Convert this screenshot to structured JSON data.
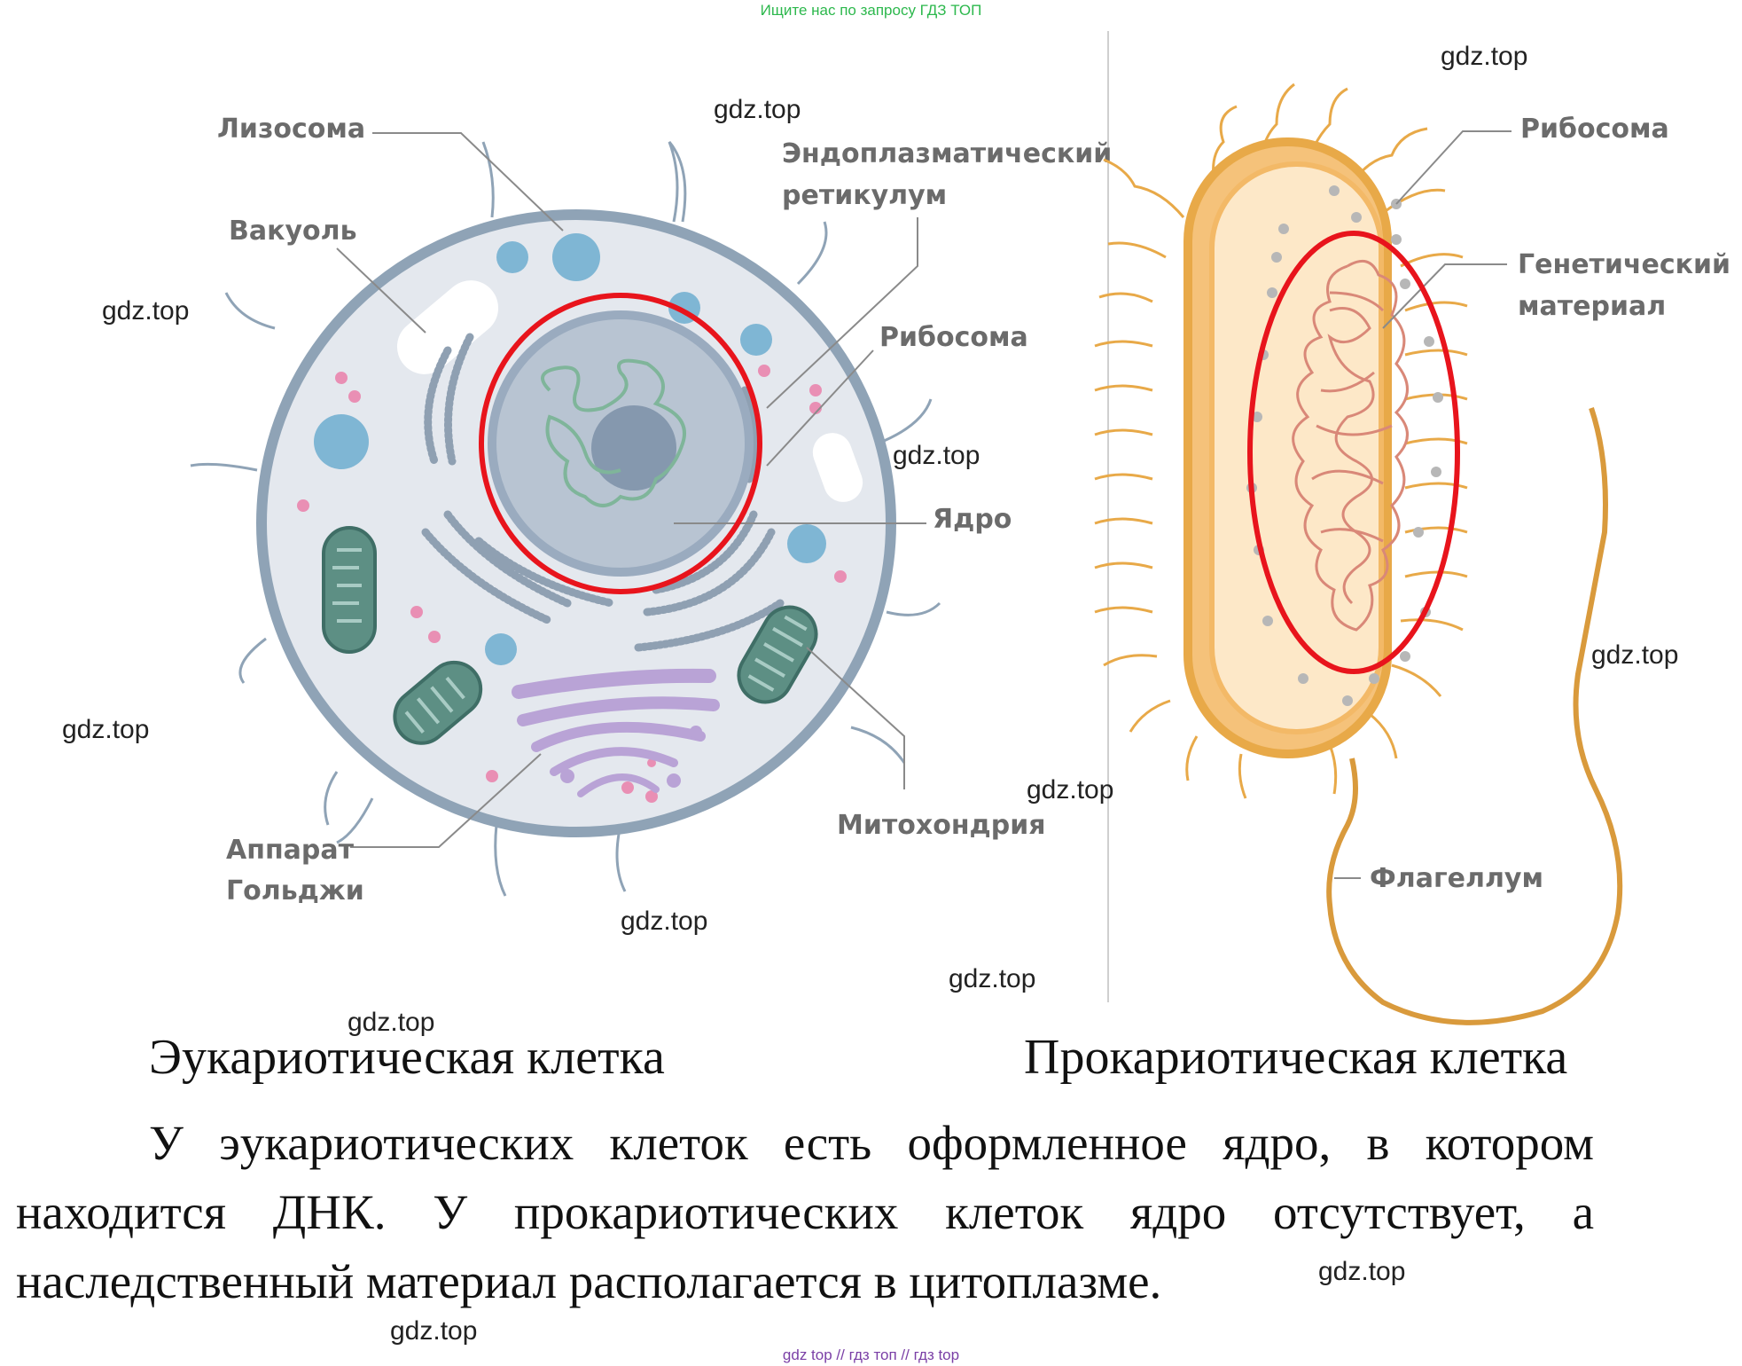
{
  "banner_top": "Ищите нас по запросу ГДЗ ТОП",
  "banner_bottom": "gdz top  //  гдз топ  //  гдз top",
  "watermark": "gdz.top",
  "eukaryote": {
    "caption": "Эукариотическая клетка",
    "labels": {
      "lysosome": "Лизосома",
      "vacuole": "Вакуоль",
      "er_line1": "Эндоплазматический",
      "er_line2": "ретикулум",
      "ribosome": "Рибосома",
      "nucleus": "Ядро",
      "mitochondria": "Митохондрия",
      "golgi_line1": "Аппарат",
      "golgi_line2": "Гольджи"
    }
  },
  "prokaryote": {
    "caption": "Прокариотическая клетка",
    "labels": {
      "ribosome": "Рибосома",
      "genetic_line1": "Генетический",
      "genetic_line2": "материал",
      "flagellum": "Флагеллум"
    }
  },
  "paragraph": "У эукариотических клеток есть оформленное ядро, в котором находится ДНК. У прокариотических клеток ядро отсутствует, а наследственный материал располагается в цитоплазме.",
  "colors": {
    "highlight": "#e8141c",
    "cell_membrane": "#8fa3b6",
    "cytoplasm": "#e4e8ee",
    "bacteria_wall": "#e8a948",
    "bacteria_inner": "#fde8c8",
    "dna": "#d98878"
  }
}
